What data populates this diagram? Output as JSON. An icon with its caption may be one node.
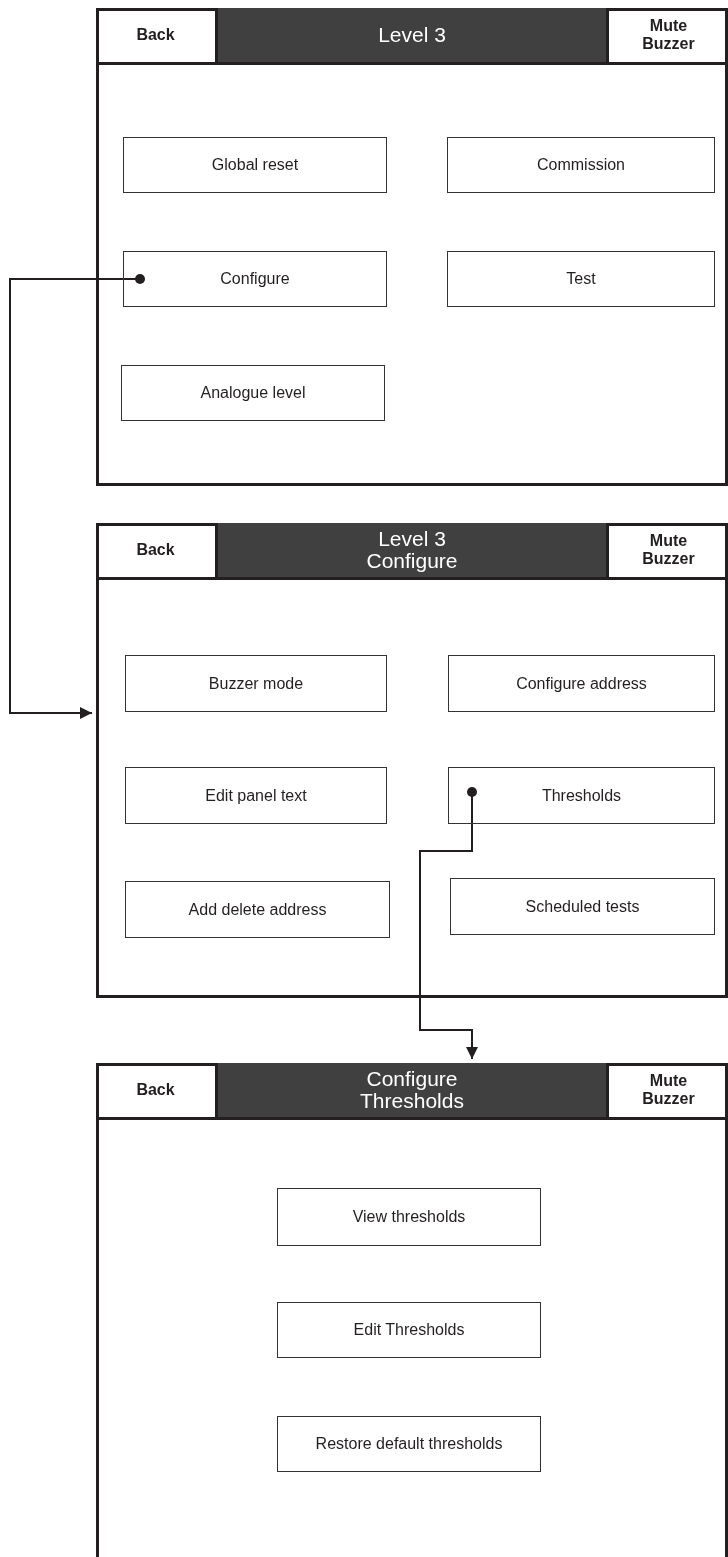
{
  "diagram": {
    "nodes": [
      {
        "text": [],
        "shape": "box"
      },
      {
        "text": [
          "Back"
        ],
        "in": 0
      },
      {
        "text": [
          "Level 3"
        ],
        "in": 0
      },
      {
        "text": [
          "Mute Buzzer"
        ],
        "in": 0
      },
      {
        "text": [
          "Global reset"
        ],
        "in": 0
      },
      {
        "text": [
          "Commission"
        ],
        "in": 0
      },
      {
        "text": [
          "Configure"
        ],
        "in": 0
      },
      {
        "text": [
          "Test"
        ],
        "in": 0
      },
      {
        "text": [
          "Analogue level"
        ],
        "in": 0
      },
      {
        "text": [],
        "shape": "box"
      },
      {
        "text": [
          "Back"
        ],
        "in": 9
      },
      {
        "text": [
          "Level 3 Configure"
        ],
        "in": 9
      },
      {
        "text": [
          "Mute Buzzer"
        ],
        "in": 9
      },
      {
        "text": [
          "Buzzer mode"
        ],
        "in": 9
      },
      {
        "text": [
          "Configure address"
        ],
        "in": 9
      },
      {
        "text": [
          "Edit panel text"
        ],
        "in": 9
      },
      {
        "text": [
          "Thresholds"
        ],
        "in": 9
      },
      {
        "text": [
          "Add delete address"
        ],
        "in": 9
      },
      {
        "text": [
          "Scheduled tests"
        ],
        "in": 9
      },
      {
        "text": [],
        "shape": "box"
      },
      {
        "text": [
          "Back"
        ],
        "in": 19
      },
      {
        "text": [
          "Configure Thresholds"
        ],
        "in": 19
      },
      {
        "text": [
          "Mute Buzzer"
        ],
        "in": 19
      },
      {
        "text": [
          "View thresholds"
        ],
        "in": 19
      },
      {
        "text": [
          "Edit Thresholds"
        ],
        "in": 19
      },
      {
        "text": [
          "Restore default thresholds"
        ],
        "in": 19
      }
    ],
    "edges": [
      {
        "from": 6,
        "to": 9,
        "arrow": "to"
      },
      {
        "from": 16,
        "to": 19,
        "arrow": "to"
      }
    ]
  }
}
